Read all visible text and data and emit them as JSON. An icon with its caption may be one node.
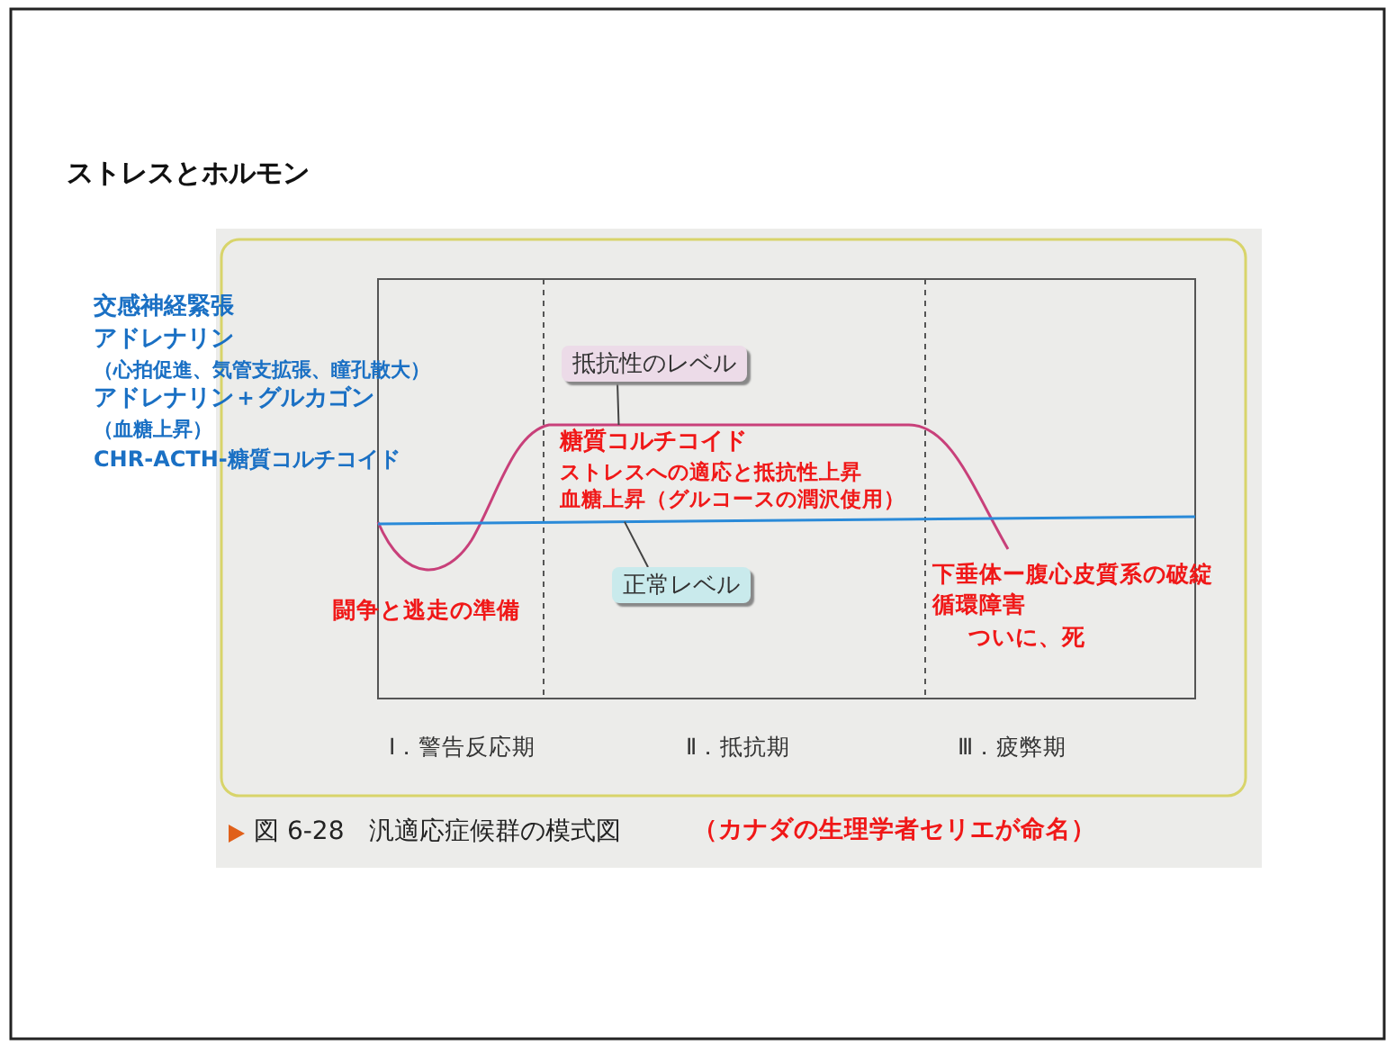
{
  "diagram": {
    "title": "ストレスとホルモン",
    "caption": "図 6-28　汎適応症候群の模式図",
    "nodes": [
      {
        "text": [
          "抵抗性のレベル"
        ]
      },
      {
        "text": [
          "正常レベル"
        ]
      },
      {
        "text": [],
        "shape": "curve"
      },
      {
        "text": [],
        "shape": "line"
      }
    ],
    "edges": [
      {
        "from": 0,
        "to": 2,
        "arrow": "none"
      },
      {
        "from": 1,
        "to": 3,
        "arrow": "none"
      }
    ],
    "labels": [
      "交感神経緊張",
      "アドレナリン",
      "（心拍促進、気管支拡張、瞳孔散大）",
      "アドレナリン＋グルカゴン",
      "（血糖上昇）",
      "CHR-ACTH-糖質コルチコイド",
      "糖質コルチコイド",
      "ストレスへの適応と抵抗性上昇",
      "血糖上昇（グルコースの潤沢使用）",
      "闘争と逃走の準備",
      "下垂体ー腹心皮質系の破綻",
      "循環障害",
      "ついに、死",
      "Ⅰ．警告反応期",
      "Ⅱ．抵抗期",
      "Ⅲ．疲弊期",
      "（カナダの生理学者セリエが命名）"
    ]
  }
}
